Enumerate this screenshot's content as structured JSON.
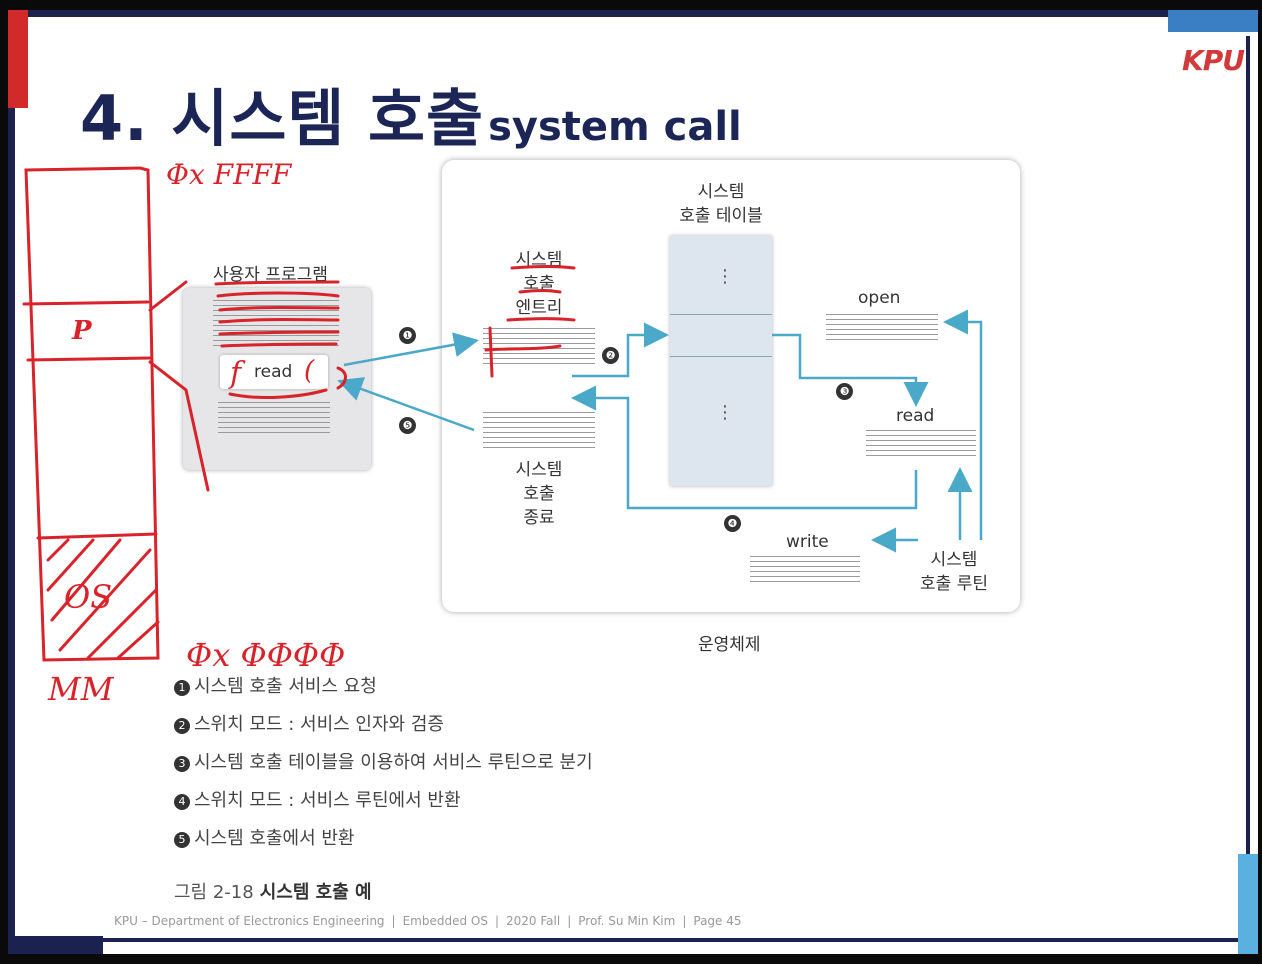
{
  "slide": {
    "logo": "KPU",
    "title_main": "4. 시스템 호출",
    "title_sub": "system call"
  },
  "figure": {
    "user_program_label": "사용자 프로그램",
    "fread_label": "read",
    "syscall_table_label_line1": "시스템",
    "syscall_table_label_line2": "호출 테이블",
    "entry_label_line1": "시스템",
    "entry_label_line2": "호출",
    "entry_label_line3": "엔트리",
    "exit_label_line1": "시스템",
    "exit_label_line2": "호출",
    "exit_label_line3": "종료",
    "routine_open": "open",
    "routine_read": "read",
    "routine_write": "write",
    "routine_label_line1": "시스템",
    "routine_label_line2": "호출 루틴",
    "os_label": "운영체제",
    "table_ellipsis": "⋮",
    "markers": [
      "❶",
      "❷",
      "❸",
      "❹",
      "❺"
    ]
  },
  "steps": [
    {
      "num": "1",
      "text": "시스템 호출 서비스 요청"
    },
    {
      "num": "2",
      "text": "스위치 모드 : 서비스 인자와 검증"
    },
    {
      "num": "3",
      "text": "시스템 호출 테이블을 이용하여 서비스 루틴으로 분기"
    },
    {
      "num": "4",
      "text": "스위치 모드 : 서비스 루틴에서 반환"
    },
    {
      "num": "5",
      "text": "시스템 호출에서 반환"
    }
  ],
  "caption": {
    "fig_no": "그림 2-18",
    "title": "시스템 호출 예"
  },
  "footer": {
    "dept": "KPU – Department of Electronics Engineering",
    "course": "Embedded OS",
    "term": "2020 Fall",
    "prof": "Prof. Su Min Kim",
    "page": "Page 45"
  },
  "annotations": {
    "top_addr": "Φx FFFF",
    "bottom_addr": "Φx ΦΦΦΦ",
    "p_mark": "P",
    "os_mark": "OS",
    "mm_mark": "MM",
    "fread_f": "f",
    "fread_paren": "("
  },
  "colors": {
    "title": "#1b2656",
    "ink": "#d8232a",
    "arrow": "#4aa8c8",
    "table": "#dde6ef"
  }
}
